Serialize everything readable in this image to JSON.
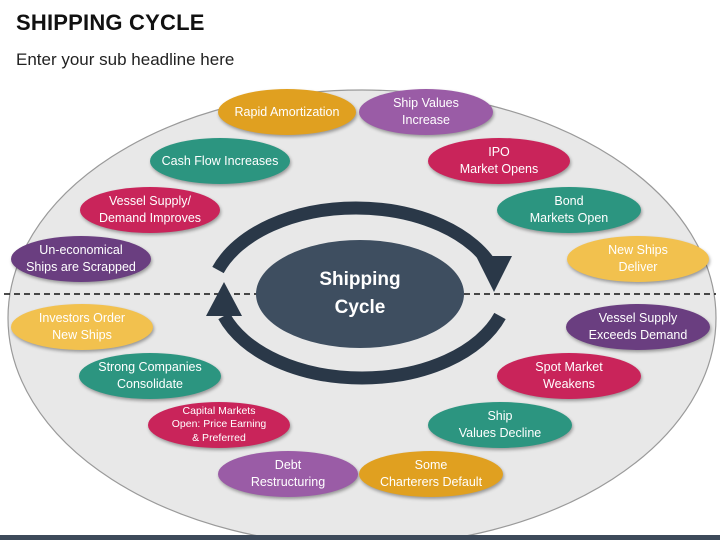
{
  "header": {
    "title": "SHIPPING CYCLE",
    "subtitle": "Enter your sub headline here"
  },
  "colors": {
    "orange": "#e0a020",
    "purple": "#9a5ca6",
    "teal": "#2c9580",
    "crimson": "#c9245a",
    "yellow": "#f2c14e",
    "violet": "#6a3e80",
    "center": "#3e4e60",
    "ellipse_fill": "#e8e8e8",
    "arrow": "#2a3848"
  },
  "center": {
    "label": "Shipping\nCycle"
  },
  "steps": [
    {
      "id": "rapid-amortization",
      "label": "Rapid Amortization",
      "color": "orange"
    },
    {
      "id": "ship-values-increase",
      "label": "Ship Values\nIncrease",
      "color": "purple"
    },
    {
      "id": "cash-flow-increases",
      "label": "Cash Flow Increases",
      "color": "teal"
    },
    {
      "id": "ipo-market-opens",
      "label": "IPO\nMarket Opens",
      "color": "crimson"
    },
    {
      "id": "vessel-supply-demand-improves",
      "label": "Vessel Supply/\nDemand Improves",
      "color": "crimson"
    },
    {
      "id": "bond-markets-open",
      "label": "Bond\nMarkets Open",
      "color": "teal"
    },
    {
      "id": "uneconomical-ships-scrapped",
      "label": "Un-economical\nShips are Scrapped",
      "color": "violet"
    },
    {
      "id": "new-ships-deliver",
      "label": "New Ships\nDeliver",
      "color": "yellow"
    },
    {
      "id": "investors-order-new-ships",
      "label": "Investors Order\nNew Ships",
      "color": "yellow"
    },
    {
      "id": "vessel-supply-exceeds-demand",
      "label": "Vessel Supply\nExceeds Demand",
      "color": "violet"
    },
    {
      "id": "strong-companies-consolidate",
      "label": "Strong Companies\nConsolidate",
      "color": "teal"
    },
    {
      "id": "spot-market-weakens",
      "label": "Spot Market\nWeakens",
      "color": "crimson"
    },
    {
      "id": "capital-markets-open",
      "label": "Capital Markets\nOpen: Price Earning\n& Preferred",
      "color": "crimson"
    },
    {
      "id": "ship-values-decline",
      "label": "Ship\nValues Decline",
      "color": "teal"
    },
    {
      "id": "debt-restructuring",
      "label": "Debt\nRestructuring",
      "color": "purple"
    },
    {
      "id": "some-charterers-default",
      "label": "Some\nCharterers Default",
      "color": "orange"
    }
  ]
}
